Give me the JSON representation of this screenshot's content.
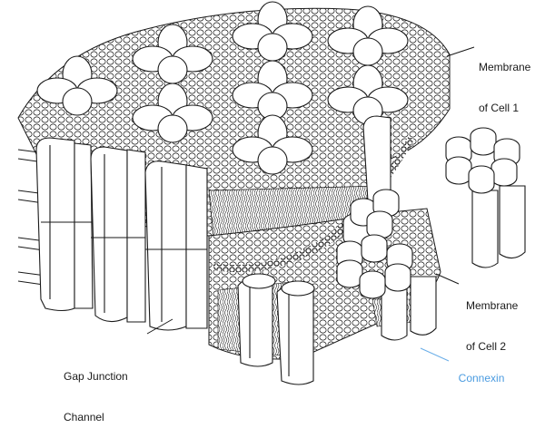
{
  "diagram": {
    "subject": "Gap junction between two cell membranes",
    "labels": {
      "membrane_cell_1": {
        "line1": "Membrane",
        "line2": "of Cell 1"
      },
      "membrane_cell_2": {
        "line1": "Membrane",
        "line2": "of Cell 2"
      },
      "gap_junction_channel": {
        "line1": "Gap Junction",
        "line2": "Channel"
      },
      "connexin": {
        "text": "Connexin"
      }
    },
    "colors": {
      "line": "#1a1a1a",
      "fill": "#ffffff",
      "connexin_label": "#4a9be0",
      "leader_blue": "#6aaee8"
    }
  }
}
